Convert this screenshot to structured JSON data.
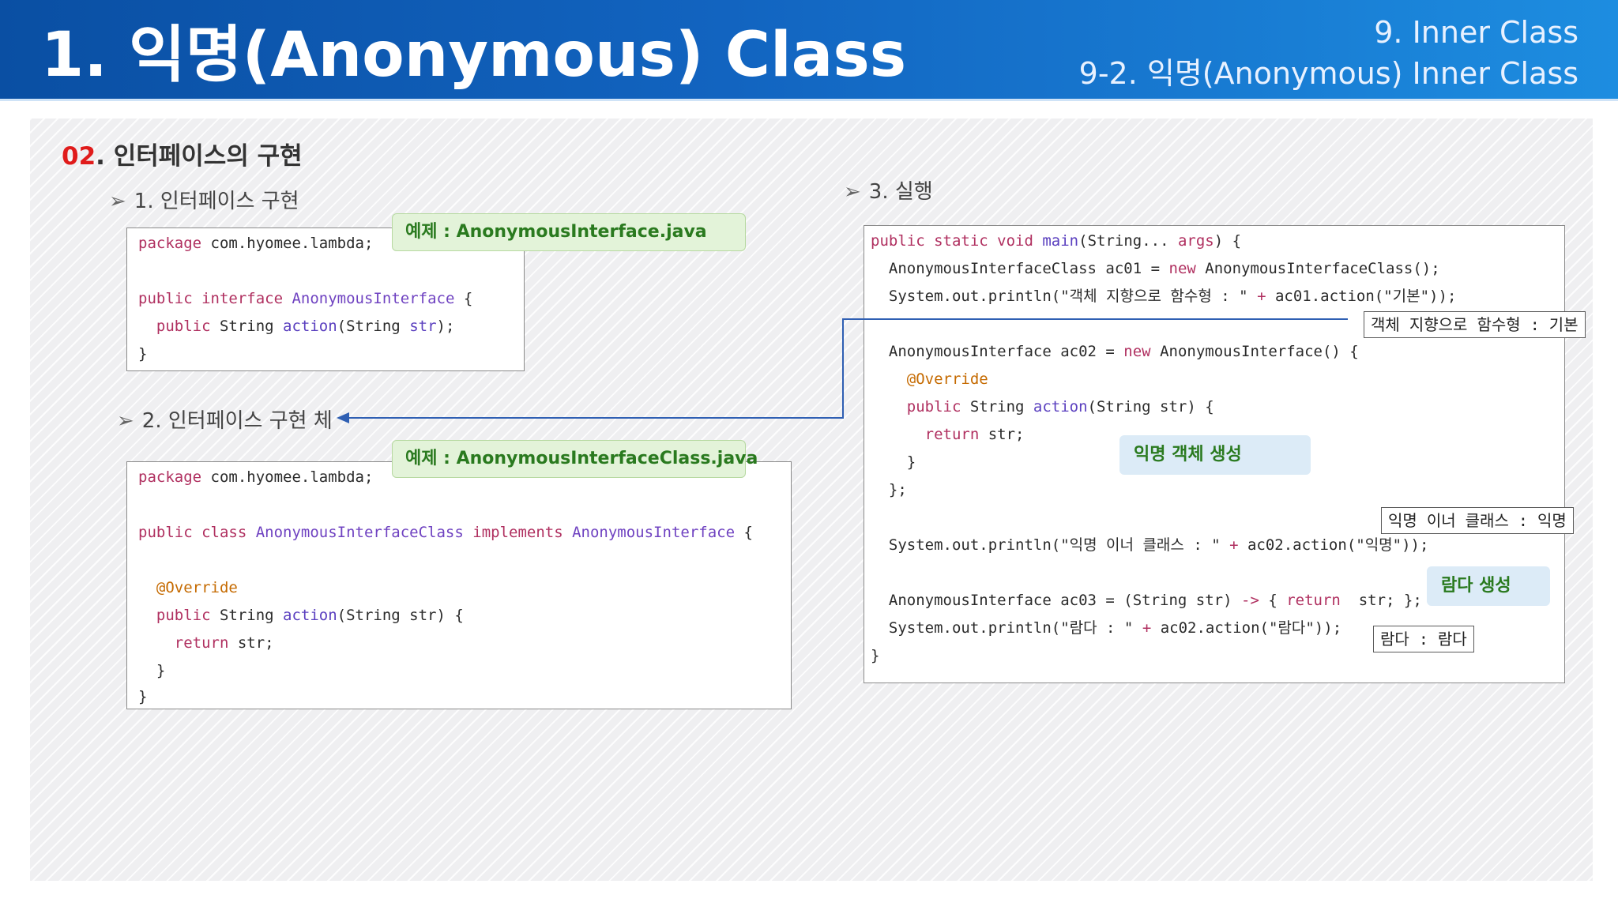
{
  "header": {
    "title": "1. 익명(Anonymous) Class",
    "crumb_chapter": "9. Inner Class",
    "crumb_section": "9-2. 익명(Anonymous) Inner Class"
  },
  "section": {
    "number": "02",
    "dot": ".",
    "title": " 인터페이스의 구현"
  },
  "subsections": {
    "s1": "1. 인터페이스 구현",
    "s2": "2. 인터페이스 구현 체",
    "s3": "3. 실행"
  },
  "labels": {
    "example1": "예제 : AnonymousInterface.java",
    "example2": "예제 : AnonymousInterfaceClass.java"
  },
  "code1": {
    "l1_kw": "package",
    "l1_rest": " com.hyomee.lambda;",
    "l2_kw1": "public",
    "l2_kw2": " interface ",
    "l2_ty": "AnonymousInterface",
    "l2_rest": " {",
    "l3_kw": "  public",
    "l3_rest1": " String ",
    "l3_mt": "action",
    "l3_rest2": "(String ",
    "l3_var": "str",
    "l3_rest3": ");",
    "l4": "}"
  },
  "code2": {
    "l1_kw": "package",
    "l1_rest": " com.hyomee.lambda;",
    "l2_kw1": "public",
    "l2_kw2": " class ",
    "l2_ty": "AnonymousInterfaceClass",
    "l2_kw3": " implements ",
    "l2_ty2": "AnonymousInterface",
    "l2_rest": " {",
    "l3_an": "  @Override",
    "l4_kw": "  public",
    "l4_rest1": " String ",
    "l4_mt": "action",
    "l4_rest2": "(String str) {",
    "l5_kw": "    return",
    "l5_rest": " str;",
    "l6": "  }",
    "l7": "}"
  },
  "code3": {
    "l1_kw1": "public",
    "l1_kw2": " static",
    "l1_kw3": " void ",
    "l1_mt": "main",
    "l1_rest1": "(String... ",
    "l1_var": "args",
    "l1_rest2": ") {",
    "l2_pre": "  AnonymousInterfaceClass ac01 = ",
    "l2_kw": "new",
    "l2_rest": " AnonymousInterfaceClass();",
    "l3_pre": "  System.out.println(\"객체 지향으로 함수형 : \" ",
    "l3_op": "+",
    "l3_rest": " ac01.action(\"기본\"));",
    "l4_pre": "  AnonymousInterface ac02 = ",
    "l4_kw": "new",
    "l4_rest": " AnonymousInterface() {",
    "l5_an": "    @Override",
    "l6_kw": "    public",
    "l6_rest1": " String ",
    "l6_mt": "action",
    "l6_rest2": "(String str) {",
    "l7_kw": "      return",
    "l7_rest": " str;",
    "l8": "    }",
    "l9": "  };",
    "l10_pre": "  System.out.println(\"익명 이너 클래스 : \" ",
    "l10_op": "+",
    "l10_rest": " ac02.action(\"익명\"));",
    "l11_pre": "  AnonymousInterface ac03 = (String str) ",
    "l11_op": "->",
    "l11_mid": " { ",
    "l11_kw": "return",
    "l11_rest": "  str; };",
    "l12_pre": "  System.out.println(\"람다 : \" ",
    "l12_op": "+",
    "l12_rest": " ac02.action(\"람다\"));",
    "l13": "}"
  },
  "outputs": {
    "out1": "객체 지향으로 함수형 : 기본",
    "out2": "익명 이너 클래스 : 익명",
    "out3": "람다 : 람다"
  },
  "callouts": {
    "anon": "익명 객체 생성",
    "lambda": "람다 생성"
  },
  "colors": {
    "header_start": "#0a4fa3",
    "header_end": "#1d8de0",
    "section_number": "#e01b1b",
    "keyword": "#b03060",
    "type": "#6f42c1",
    "annotation": "#c56a00",
    "connector": "#2f5fb3"
  }
}
